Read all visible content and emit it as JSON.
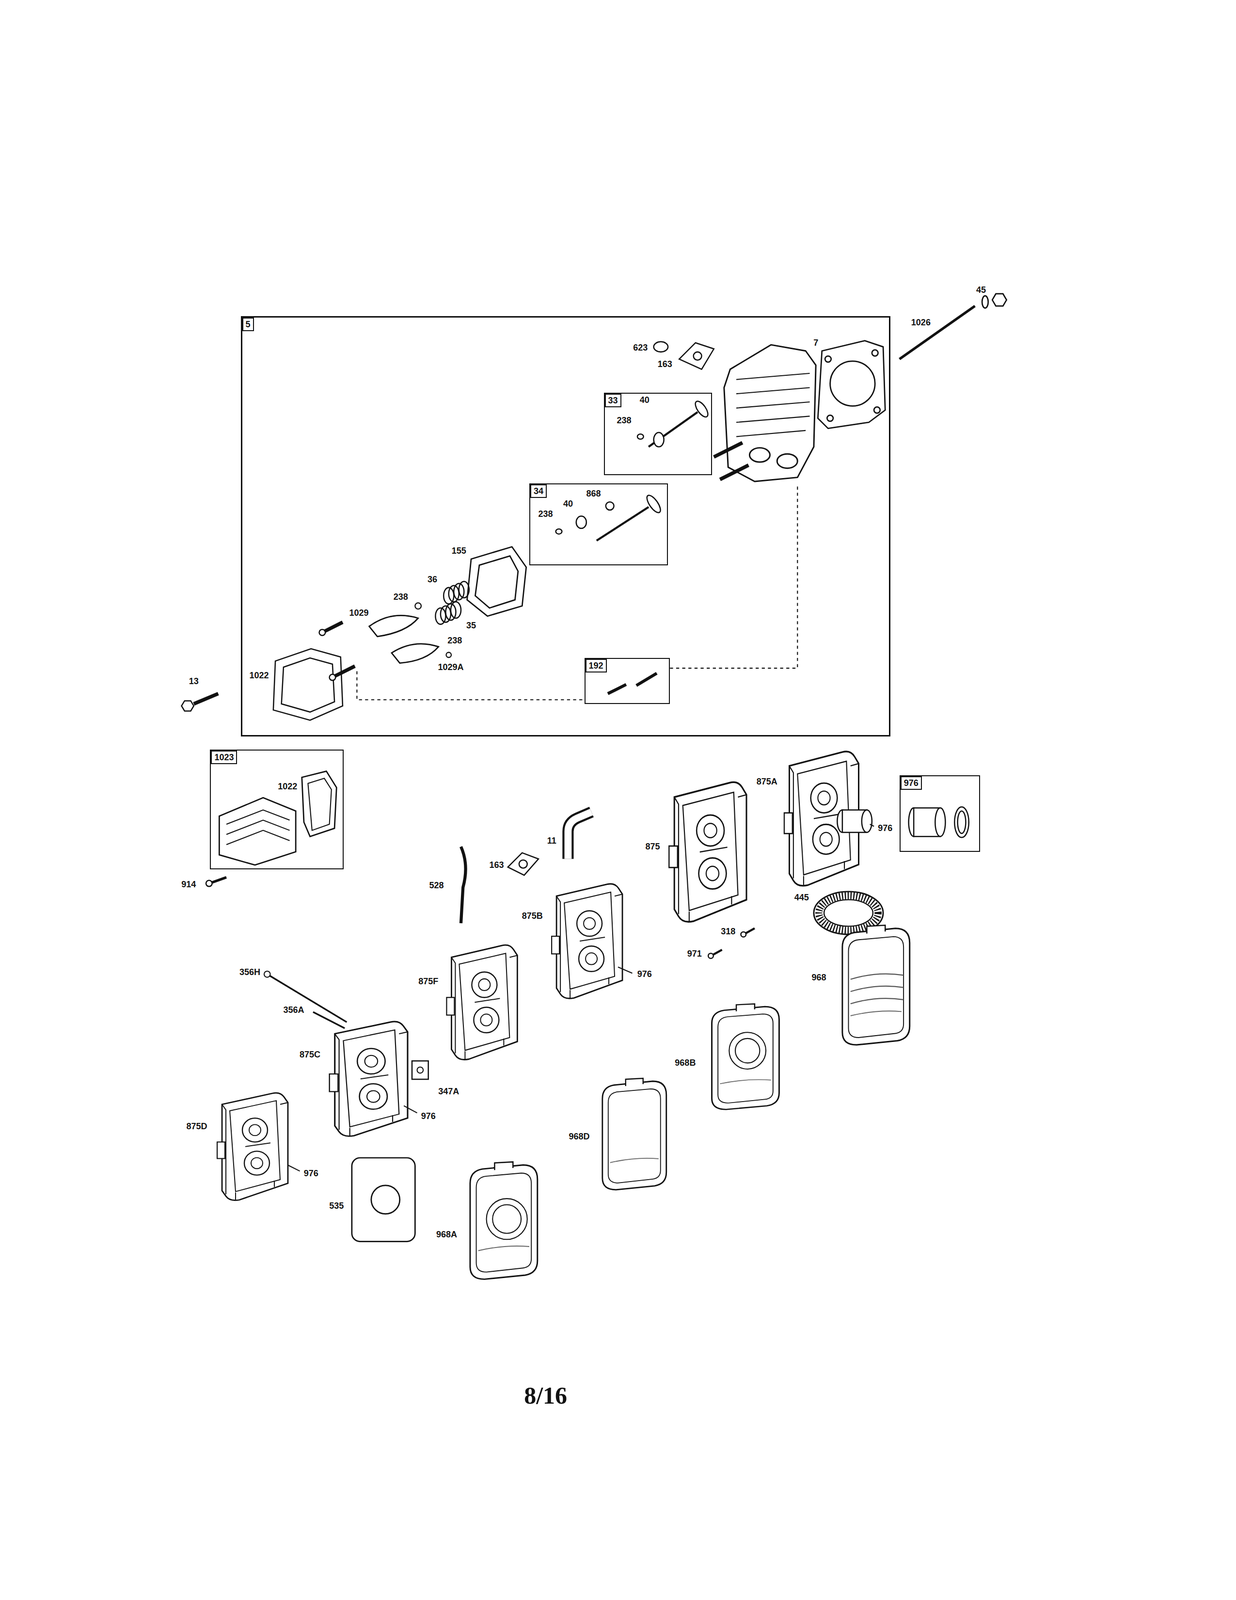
{
  "diagram": {
    "nodes": [
      {
        "text": [
          "5"
        ]
      },
      {
        "text": [
          "33"
        ],
        "in": 0
      },
      {
        "text": [
          "34"
        ],
        "in": 0
      },
      {
        "text": [
          "192"
        ],
        "in": 0
      },
      {
        "text": [
          "1023"
        ]
      },
      {
        "text": [
          "976"
        ]
      }
    ],
    "labels": [
      "45",
      "1026",
      "623",
      "7",
      "163",
      "40",
      "238",
      "868",
      "40",
      "238",
      "155",
      "36",
      "238",
      "1029",
      "35",
      "238",
      "1029A",
      "1022",
      "13",
      "1022",
      "875A",
      "976",
      "11",
      "875",
      "163",
      "914",
      "528",
      "445",
      "875B",
      "318",
      "971",
      "976",
      "356H",
      "968",
      "875F",
      "356A",
      "875C",
      "968B",
      "347A",
      "976",
      "875D",
      "968D",
      "976",
      "535",
      "968A",
      "8/16"
    ]
  }
}
